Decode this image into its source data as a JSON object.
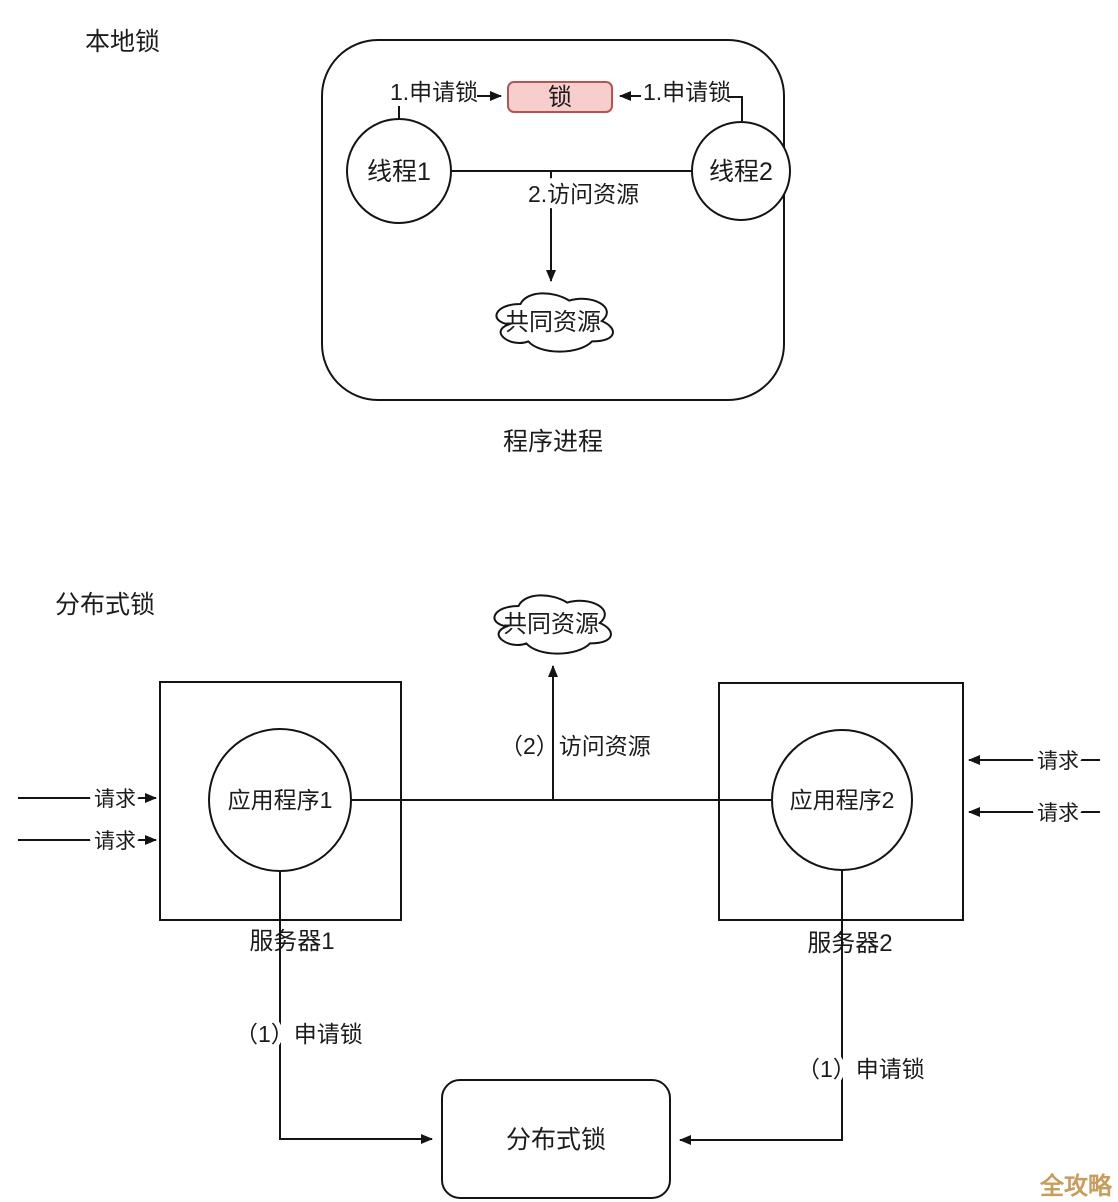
{
  "colors": {
    "stroke": "#141414",
    "lock_fill": "#f8cecc",
    "lock_stroke": "#b85450",
    "watermark": "#c79d5c",
    "background": "#ffffff"
  },
  "local": {
    "section_label": "本地锁",
    "process_label": "程序进程",
    "lock_label": "锁",
    "thread1": "线程1",
    "thread2": "线程2",
    "request_lock_left": "1.申请锁",
    "request_lock_right": "1.申请锁",
    "access_resource": "2.访问资源",
    "shared_resource": "共同资源"
  },
  "distributed": {
    "section_label": "分布式锁",
    "shared_resource": "共同资源",
    "access_resource": "（2）访问资源",
    "app1": "应用程序1",
    "app2": "应用程序2",
    "server1": "服务器1",
    "server2": "服务器2",
    "request_left_1": "请求",
    "request_left_2": "请求",
    "request_right_1": "请求",
    "request_right_2": "请求",
    "request_lock_left": "（1）申请锁",
    "request_lock_right": "（1）申请锁",
    "lock_box_label": "分布式锁"
  },
  "watermark": "全攻略"
}
